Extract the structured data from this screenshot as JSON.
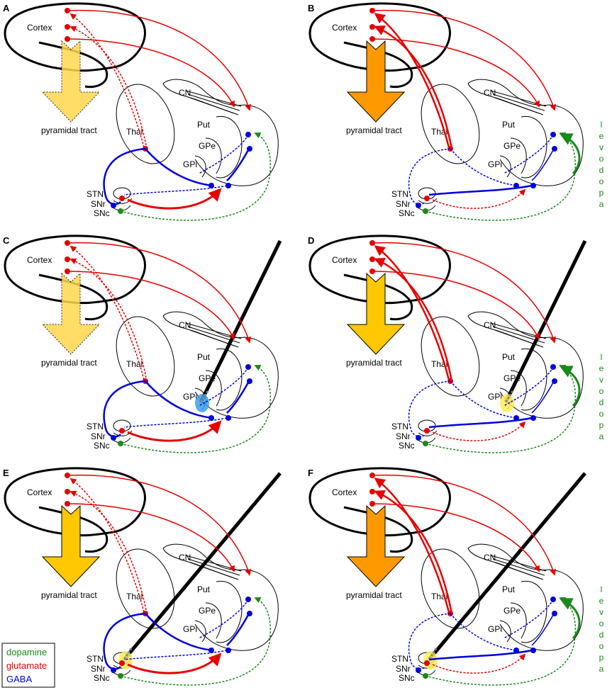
{
  "colors": {
    "dopamine": "#1a8a1a",
    "glutamate": "#e60000",
    "gaba": "#0000dd",
    "arrow_light": "#ffd84d",
    "arrow_medium": "#ffc800",
    "arrow_strong": "#ff9900",
    "stim_blue": "#3aa0e8",
    "stim_yellow": "#ffee55"
  },
  "labels": {
    "cortex": "Cortex",
    "cn": "CN",
    "thal": "Thal",
    "put": "Put",
    "gpe": "GPe",
    "gpi": "GPi",
    "stn": "STN",
    "snr": "SNr",
    "snc": "SNc",
    "pyramidal": "pyramidal tract"
  },
  "levodopa": "levodopa",
  "legend": {
    "dopamine": "dopamine",
    "glutamate": "glutamate",
    "gaba": "GABA"
  },
  "panels": [
    {
      "letter": "A",
      "arrow": "light",
      "levodopa": false,
      "electrode": "none"
    },
    {
      "letter": "B",
      "arrow": "strong",
      "levodopa": true,
      "electrode": "none"
    },
    {
      "letter": "C",
      "arrow": "light",
      "levodopa": false,
      "electrode": "gpi-blue"
    },
    {
      "letter": "D",
      "arrow": "medium",
      "levodopa": true,
      "electrode": "gpi-yellow"
    },
    {
      "letter": "E",
      "arrow": "medium",
      "levodopa": false,
      "electrode": "stn"
    },
    {
      "letter": "F",
      "arrow": "strong",
      "levodopa": true,
      "electrode": "stn"
    }
  ]
}
